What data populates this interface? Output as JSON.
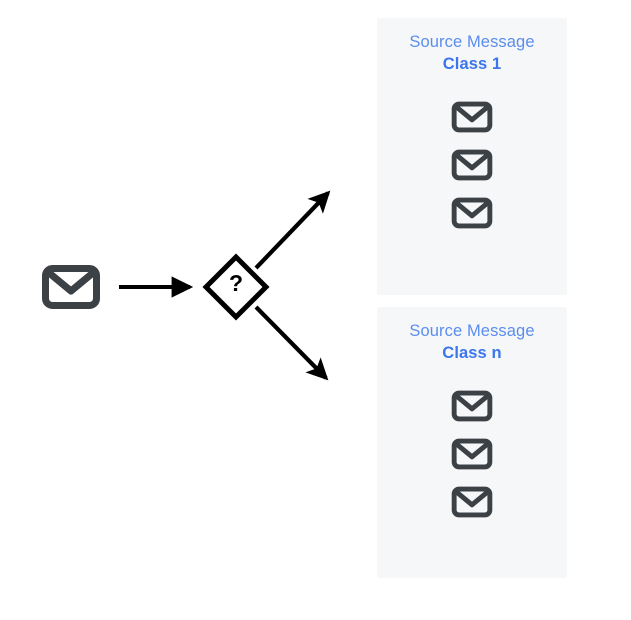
{
  "diagram": {
    "title": "Message classification routing diagram",
    "background_color": "#ffffff",
    "source": {
      "icon": "envelope-icon",
      "label": ""
    },
    "decision": {
      "icon": "diamond-decision-icon",
      "symbol": "?"
    },
    "arrows": [
      {
        "name": "arrow-source-to-decision",
        "direction": "right"
      },
      {
        "name": "arrow-decision-to-class-1",
        "direction": "up-right"
      },
      {
        "name": "arrow-decision-to-class-n",
        "direction": "down-right"
      }
    ],
    "panels": [
      {
        "name": "class-1",
        "title_line1": "Source Message",
        "title_line2": "Class 1",
        "background_color": "#f6f7f9",
        "title_color": "#5b8def",
        "emphasis_color": "#3b76ee",
        "message_count": 3,
        "message_icon": "envelope-icon"
      },
      {
        "name": "class-n",
        "title_line1": "Source Message",
        "title_line2": "Class n",
        "background_color": "#f6f7f9",
        "title_color": "#5b8def",
        "emphasis_color": "#3b76ee",
        "message_count": 3,
        "message_icon": "envelope-icon"
      }
    ],
    "colors": {
      "envelope_stroke": "#3c4146",
      "arrow_stroke": "#000000",
      "diamond_stroke": "#000000"
    }
  }
}
